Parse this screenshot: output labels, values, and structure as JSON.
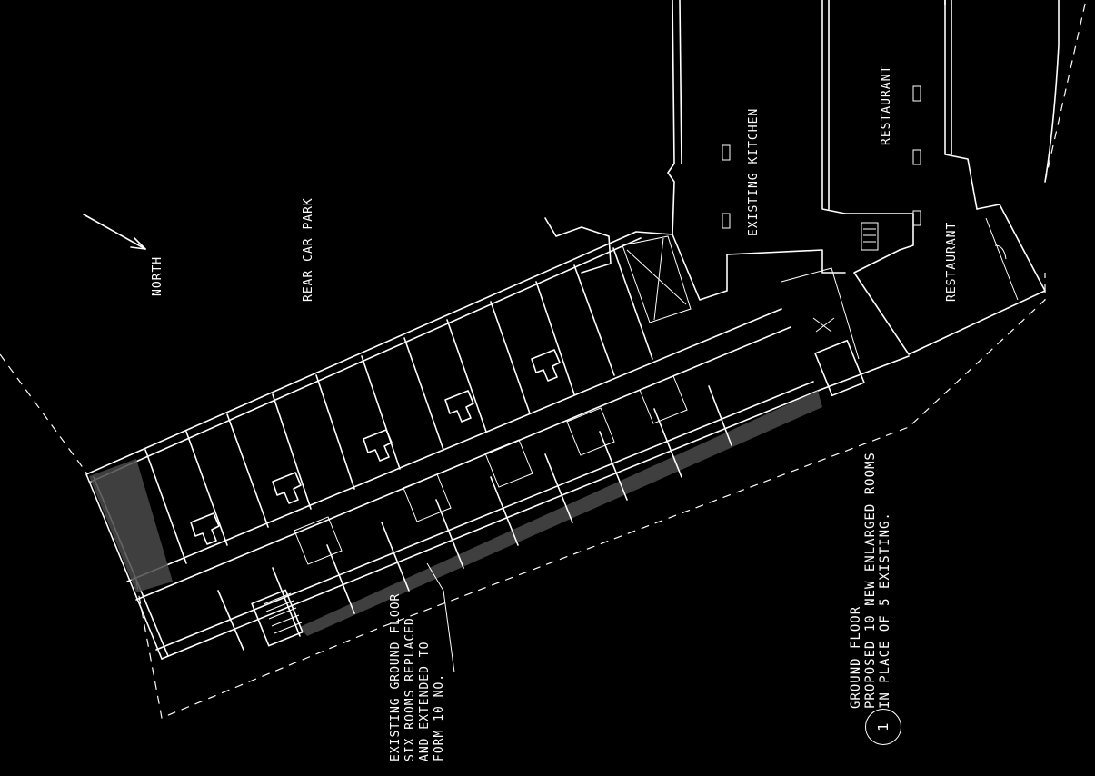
{
  "labels": {
    "rear_car_park": "REAR CAR PARK",
    "north": "NORTH",
    "existing_kitchen": "EXISTING KITCHEN",
    "restaurant_upper": "RESTAURANT",
    "restaurant_lower": "RESTAURANT"
  },
  "notes": {
    "existing_rooms": [
      "EXISTING GROUND FLOOR",
      "SIX ROOMS REPLACED",
      "AND EXTENDED TO",
      "FORM 10 NO."
    ],
    "proposal": [
      "GROUND FLOOR",
      "PROPOSED 10 NEW ENLARGED ROOMS",
      "IN PLACE OF 5 EXISTING."
    ]
  },
  "drawing_number": "1",
  "colors": {
    "background": "#000000",
    "ink": "#ffffff",
    "shading": "#4a4a4a"
  }
}
